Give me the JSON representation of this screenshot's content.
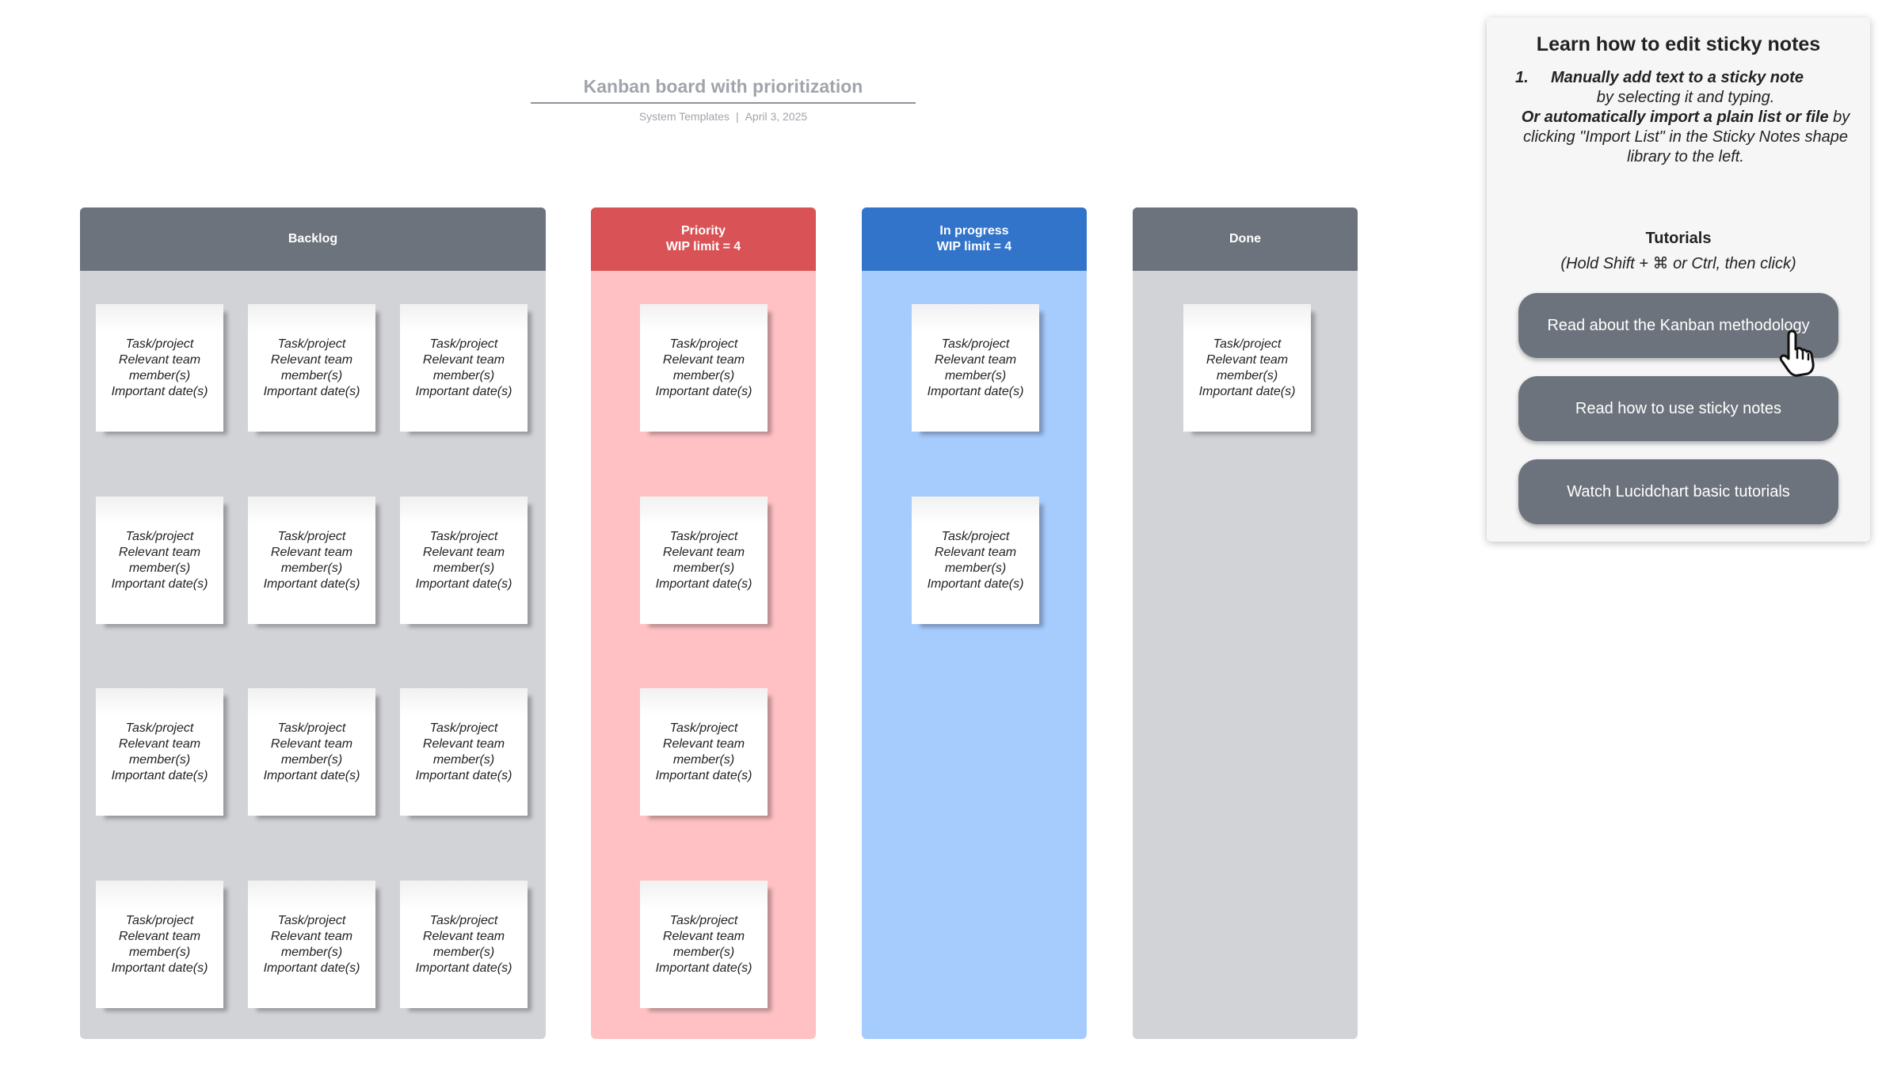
{
  "header": {
    "title": "Kanban board with prioritization",
    "subtitle_source": "System Templates",
    "subtitle_sep": "|",
    "subtitle_date": "April 3, 2025"
  },
  "columns": [
    {
      "title": "Backlog",
      "subtitle": "",
      "color": "#6d737c",
      "body_color": "#d2d3d6",
      "note_count": 12
    },
    {
      "title": "Priority",
      "subtitle": "WIP limit = 4",
      "color": "#d95356",
      "body_color": "#ffc1c4",
      "note_count": 4
    },
    {
      "title": "In progress",
      "subtitle": "WIP limit = 4",
      "color": "#3274c9",
      "body_color": "#a6cbfd",
      "note_count": 2
    },
    {
      "title": "Done",
      "subtitle": "",
      "color": "#6d737c",
      "body_color": "#d2d3d6",
      "note_count": 1
    }
  ],
  "note_text": "Task/project\nRelevant team\nmember(s)\nImportant date(s)",
  "panel": {
    "title": "Learn how to edit sticky notes",
    "step_number": "1.",
    "step_bold_1": "Manually add text to a sticky note",
    "step_text_1": "by selecting it and typing.",
    "step_bold_2": "Or automatically import a plain list or file",
    "step_text_2": " by clicking \"Import List\" in the Sticky Notes shape library to the left.",
    "tutorials_title": "Tutorials",
    "tutorials_hint": "(Hold Shift + ⌘ or Ctrl, then click)",
    "buttons": [
      "Read about the Kanban methodology",
      "Read how to use sticky notes",
      "Watch Lucidchart basic tutorials"
    ]
  },
  "icons": {
    "cursor": "hand-pointer-icon"
  }
}
